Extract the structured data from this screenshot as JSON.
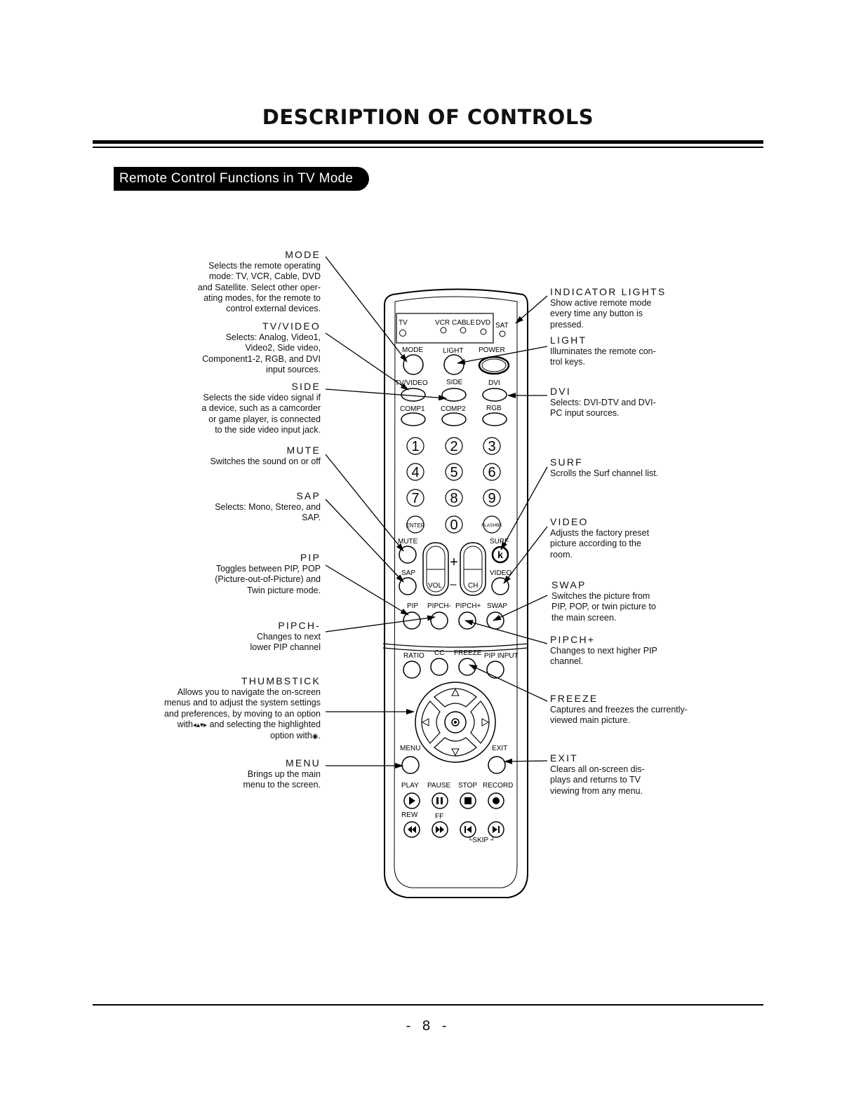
{
  "page": {
    "title": "DESCRIPTION OF CONTROLS",
    "section": "Remote Control Functions in TV Mode",
    "page_number": "- 8 -"
  },
  "callouts_left": [
    {
      "key": "mode",
      "heading": "MODE",
      "desc": "Selects the remote operating\nmode: TV, VCR, Cable, DVD\nand Satellite. Select other oper-\nating modes, for the remote to\ncontrol external devices."
    },
    {
      "key": "tvvideo",
      "heading": "TV/VIDEO",
      "desc": "Selects: Analog, Video1,\nVideo2, Side video,\nComponent1-2, RGB, and DVI\ninput sources."
    },
    {
      "key": "side",
      "heading": "SIDE",
      "desc": "Selects the side video signal if\na device, such as a camcorder\nor game player, is connected\nto the side video input jack."
    },
    {
      "key": "mute",
      "heading": "MUTE",
      "desc": "Switches the sound on or off"
    },
    {
      "key": "sap",
      "heading": "SAP",
      "desc": "Selects: Mono, Stereo, and\nSAP."
    },
    {
      "key": "pip",
      "heading": "PIP",
      "desc": "Toggles between PIP, POP\n(Picture-out-of-Picture) and\nTwin picture mode."
    },
    {
      "key": "pipch_minus",
      "heading": "PIPCH-",
      "desc": "Changes to next\nlower PIP channel"
    },
    {
      "key": "thumbstick",
      "heading": "THUMBSTICK",
      "desc": "Allows you to navigate the on-screen\nmenus and to adjust the system settings\nand preferences, by moving to an option",
      "desc_tail_1": "with",
      "desc_tail_2": " and selecting the highlighted",
      "desc_tail_3": "option with",
      "desc_tail_4": "."
    },
    {
      "key": "menu",
      "heading": "MENU",
      "desc": "Brings up the main\nmenu to the screen."
    }
  ],
  "callouts_right": [
    {
      "key": "indicator",
      "heading": "INDICATOR LIGHTS",
      "desc": "Show active remote mode\nevery time any button is\npressed."
    },
    {
      "key": "light",
      "heading": "LIGHT",
      "desc": "Illuminates the remote con-\ntrol keys."
    },
    {
      "key": "dvi",
      "heading": "DVI",
      "desc": "Selects: DVI-DTV and DVI-\nPC input sources."
    },
    {
      "key": "surf",
      "heading": "SURF",
      "desc": "Scrolls the Surf channel list."
    },
    {
      "key": "video",
      "heading": "VIDEO",
      "desc": "Adjusts the factory preset\npicture according to the\nroom."
    },
    {
      "key": "swap",
      "heading": "SWAP",
      "desc": "Switches the picture from\nPIP, POP, or twin picture to\nthe main screen."
    },
    {
      "key": "pipch_plus",
      "heading": "PIPCH+",
      "desc": "Changes to next higher PIP\nchannel."
    },
    {
      "key": "freeze",
      "heading": "FREEZE",
      "desc": "Captures and freezes the currently-\nviewed main picture."
    },
    {
      "key": "exit",
      "heading": "EXIT",
      "desc": "Clears all on-screen dis-\nplays and returns to TV\nviewing from any menu."
    }
  ],
  "remote": {
    "indicators": [
      "TV",
      "VCR",
      "CABLE",
      "DVD",
      "SAT"
    ],
    "row1": [
      "MODE",
      "LIGHT",
      "POWER"
    ],
    "row2": [
      "TV/VIDEO",
      "SIDE",
      "DVI"
    ],
    "row3": [
      "COMP1",
      "COMP2",
      "RGB"
    ],
    "digits": [
      "1",
      "2",
      "3",
      "4",
      "5",
      "6",
      "7",
      "8",
      "9",
      "0"
    ],
    "enter": "ENTER",
    "flashbk": "FLASHBK",
    "mute": "MUTE",
    "surf": "SURF",
    "sap": "SAP",
    "video": "VIDEO",
    "vol": "VOL",
    "ch": "CH",
    "plus": "+",
    "minus": "–",
    "row_pip": [
      "PIP",
      "PIPCH-",
      "PIPCH+",
      "SWAP"
    ],
    "row_ratio": [
      "RATIO",
      "CC",
      "FREEZE",
      "PIP INPUT"
    ],
    "menu": "MENU",
    "exit": "EXIT",
    "transport_labels_1": [
      "PLAY",
      "PAUSE",
      "STOP",
      "RECORD"
    ],
    "transport_labels_2": [
      "REW",
      "FF"
    ],
    "skip": "└SKIP ┘",
    "surf_icon_letter": "k"
  },
  "icons": [
    "play-icon",
    "pause-icon",
    "stop-icon",
    "record-icon",
    "rewind-icon",
    "fast-forward-icon",
    "skip-back-icon",
    "skip-forward-icon",
    "arrow-up-icon",
    "arrow-down-icon",
    "arrow-left-icon",
    "arrow-right-icon",
    "enter-dot-icon"
  ]
}
